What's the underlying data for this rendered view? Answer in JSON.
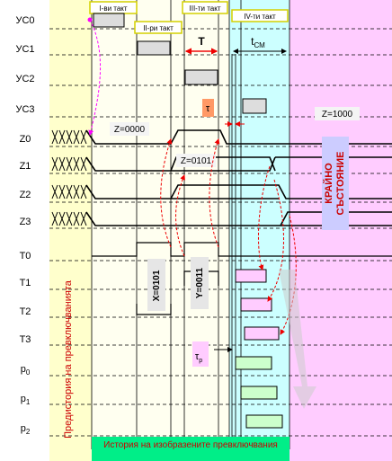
{
  "rows": {
    "yc0": "УС0",
    "yc1": "УС1",
    "yc2": "УС2",
    "yc3": "УС3",
    "z0": "Z0",
    "z1": "Z1",
    "z2": "Z2",
    "z3": "Z3",
    "t0": "T0",
    "t1": "T1",
    "t2": "T2",
    "t3": "T3",
    "p0_main": "p",
    "p0_sub": "0",
    "p1_main": "p",
    "p1_sub": "1",
    "p2_main": "p",
    "p2_sub": "2"
  },
  "tacts": {
    "t1": "I-ви такт",
    "t2": "II-ри такт",
    "t3": "III-ти такт",
    "t4": "IV-ти такт"
  },
  "labels": {
    "T": "T",
    "t_main": "t",
    "t_sub": "СМ",
    "tau": "τ",
    "tau_p_main": "τ",
    "tau_p_sub": "p",
    "z_0000": "Z=0000",
    "z_0101": "Z=0101",
    "z_1000": "Z=1000",
    "x_0101": "X=0101",
    "y_0011": "Y=0011",
    "final_line1": "КРАЙНО",
    "final_line2": "СЪСТОЯНИЕ",
    "prehistory": "Предистория на превключванията",
    "history": "История на изобразените превключвания"
  },
  "colors": {
    "prehistory_bg": "#ffffcc",
    "history_bg": "#fffff0",
    "tact4_bg": "#ccffff",
    "final_bg": "#ffccff",
    "final_label_bg": "#ccccff",
    "history_bar": "#00ee88",
    "final_text": "#cc0000",
    "tact_label_border": "#d4d000",
    "pulse_grey": "#dddddd",
    "pulse_pink": "#ffccff",
    "pulse_green": "#ccffcc",
    "tau_bg": "#ff9966",
    "arrow_red": "#ee0000",
    "arrow_magenta": "#ff00ff"
  }
}
